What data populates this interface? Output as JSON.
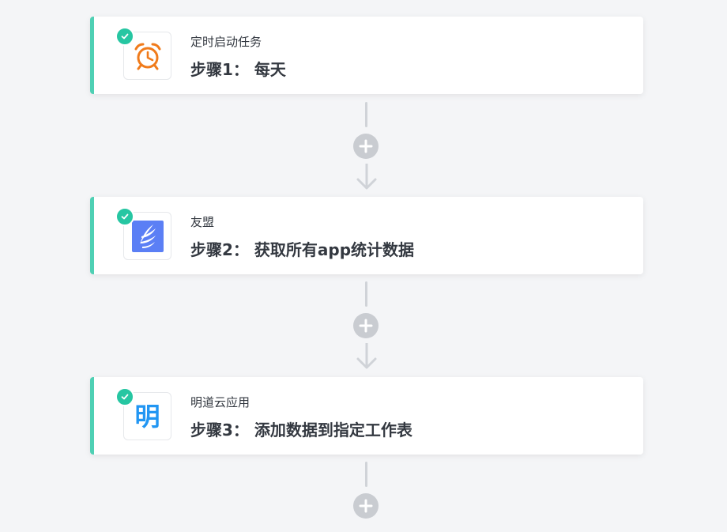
{
  "steps": [
    {
      "app_name": "定时启动任务",
      "title": "步骤1： 每天",
      "icon": "alarm-clock-icon",
      "icon_color": "#f07b1b"
    },
    {
      "app_name": "友盟",
      "title": "步骤2： 获取所有app统计数据",
      "icon": "umeng-logo-icon",
      "icon_color": "#5b7ff5"
    },
    {
      "app_name": "明道云应用",
      "title": "步骤3： 添加数据到指定工作表",
      "icon": "mingdao-logo-icon",
      "icon_text": "明",
      "icon_color": "#2196f3"
    }
  ],
  "colors": {
    "accent": "#4fd0b4",
    "check": "#26c6a2",
    "connector": "#d0d3d8",
    "add_button": "#c9ccd1",
    "background": "#f4f5f7"
  }
}
